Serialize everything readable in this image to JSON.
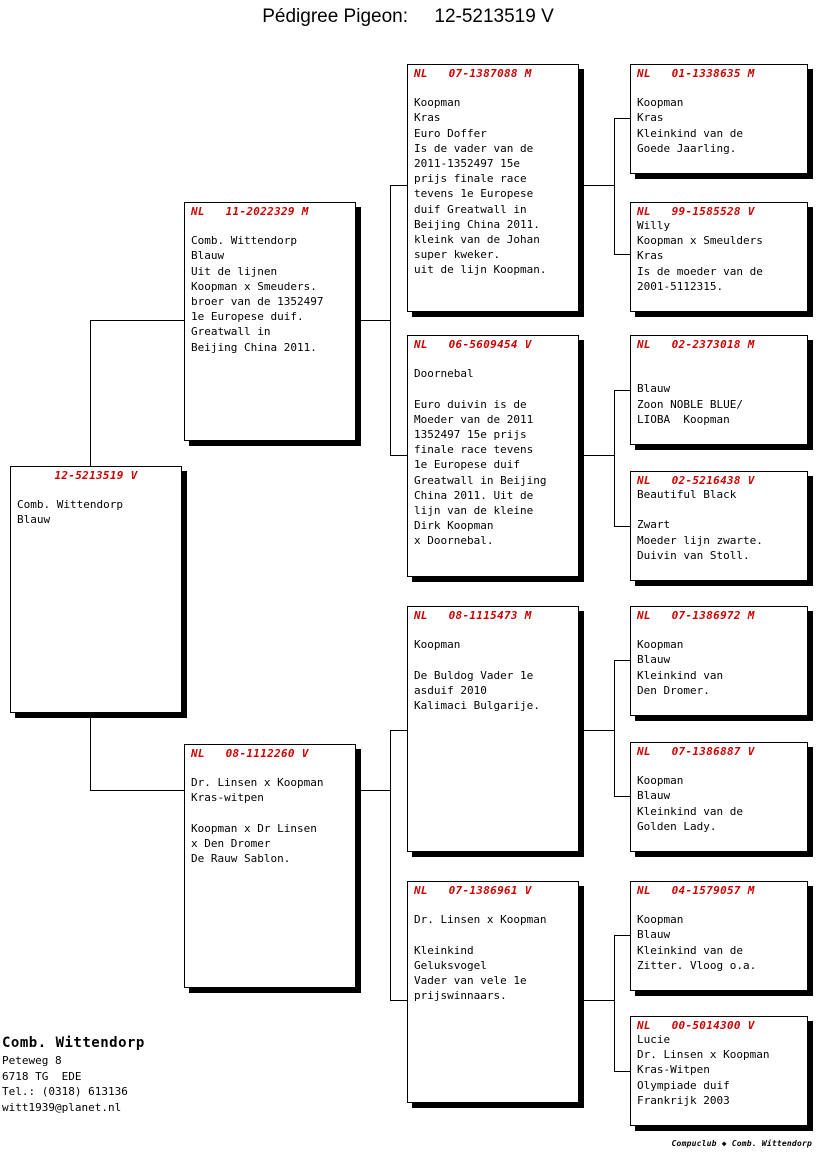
{
  "title": "Pédigree Pigeon:     12-5213519 V",
  "colors": {
    "header_red": "#cc0000",
    "text_black": "#000000",
    "background": "#ffffff"
  },
  "subject": {
    "id": "12-5213519 V",
    "body": "\nComb. Wittendorp\nBlauw"
  },
  "generation2": [
    {
      "id": "NL   11-2022329 M",
      "body": "\nComb. Wittendorp\nBlauw\nUit de lijnen\nKoopman x Smeuders.\nbroer van de 1352497\n1e Europese duif.\nGreatwall in\nBeijing China 2011."
    },
    {
      "id": "NL   08-1112260 V",
      "body": "\nDr. Linsen x Koopman\nKras-witpen\n\nKoopman x Dr Linsen\nx Den Dromer\nDe Rauw Sablon."
    }
  ],
  "generation3": [
    {
      "id": "NL   07-1387088 M",
      "body": "\nKoopman\nKras\nEuro Doffer\nIs de vader van de\n2011-1352497 15e\nprijs finale race\ntevens 1e Europese\nduif Greatwall in\nBeijing China 2011.\nkleink van de Johan\nsuper kweker.\nuit de lijn Koopman."
    },
    {
      "id": "NL   06-5609454 V",
      "body": "\nDoornebal\n\nEuro duivin is de\nMoeder van de 2011\n1352497 15e prijs\nfinale race tevens\n1e Europese duif\nGreatwall in Beijing\nChina 2011. Uit de\nlijn van de kleine\nDirk Koopman\nx Doornebal."
    },
    {
      "id": "NL   08-1115473 M",
      "body": "\nKoopman\n\nDe Buldog Vader 1e\nasduif 2010\nKalimaci Bulgarije."
    },
    {
      "id": "NL   07-1386961 V",
      "body": "\nDr. Linsen x Koopman\n\nKleinkind\nGeluksvogel\nVader van vele 1e\nprijswinnaars."
    }
  ],
  "generation4": [
    {
      "id": "NL   01-1338635 M",
      "body": "\nKoopman\nKras\nKleinkind van de\nGoede Jaarling."
    },
    {
      "id": "NL   99-1585528 V",
      "body": "Willy\nKoopman x Smeulders\nKras\nIs de moeder van de\n2001-5112315."
    },
    {
      "id": "NL   02-2373018 M",
      "body": "\n\nBlauw\nZoon NOBLE BLUE/\nLIOBA  Koopman"
    },
    {
      "id": "NL   02-5216438 V",
      "body": "Beautiful Black\n\nZwart\nMoeder lijn zwarte.\nDuivin van Stoll."
    },
    {
      "id": "NL   07-1386972 M",
      "body": "\nKoopman\nBlauw\nKleinkind van\nDen Dromer."
    },
    {
      "id": "NL   07-1386887 V",
      "body": "\nKoopman\nBlauw\nKleinkind van de\nGolden Lady."
    },
    {
      "id": "NL   04-1579057 M",
      "body": "\nKoopman\nBlauw\nKleinkind van de\nZitter. Vloog o.a."
    },
    {
      "id": "NL   00-5014300 V",
      "body": "Lucie\nDr. Linsen x Koopman\nKras-Witpen\nOlympiade duif\nFrankrijk 2003"
    }
  ],
  "footer": {
    "name": "Comb. Wittendorp",
    "address": "Peteweg 8\n6718 TG  EDE\nTel.: (0318) 613136\nwitt1939@planet.nl"
  },
  "copyright": "Compuclub ◆ Comb. Wittendorp"
}
